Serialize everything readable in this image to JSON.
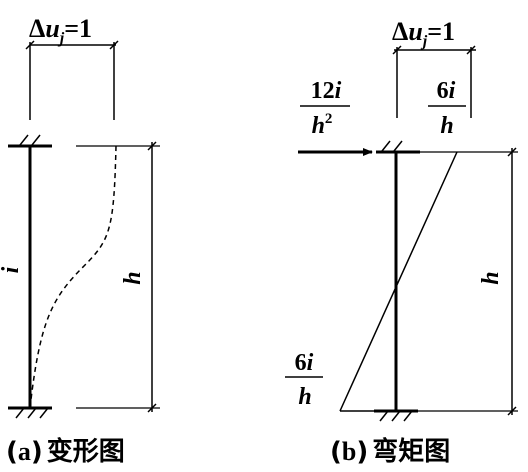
{
  "panel_a": {
    "delta_symbol": "Δ",
    "delta_var": "u",
    "delta_sub": "j",
    "delta_eq": "=1",
    "stiffness_label": "i",
    "height_label": "h",
    "caption_letter": "a",
    "caption_text": "变形图"
  },
  "panel_b": {
    "delta_symbol": "Δ",
    "delta_var": "u",
    "delta_sub": "j",
    "delta_eq": "=1",
    "force": {
      "num_coef": "12",
      "num_var": "i",
      "den_var": "h",
      "den_exp": "2"
    },
    "top_moment": {
      "num_coef": "6",
      "num_var": "i",
      "den_var": "h"
    },
    "bottom_moment": {
      "num_coef": "6",
      "num_var": "i",
      "den_var": "h"
    },
    "height_label": "h",
    "caption_letter": "b",
    "caption_text": "弯矩图"
  },
  "colors": {
    "ink": "#000000",
    "background": "#ffffff"
  }
}
